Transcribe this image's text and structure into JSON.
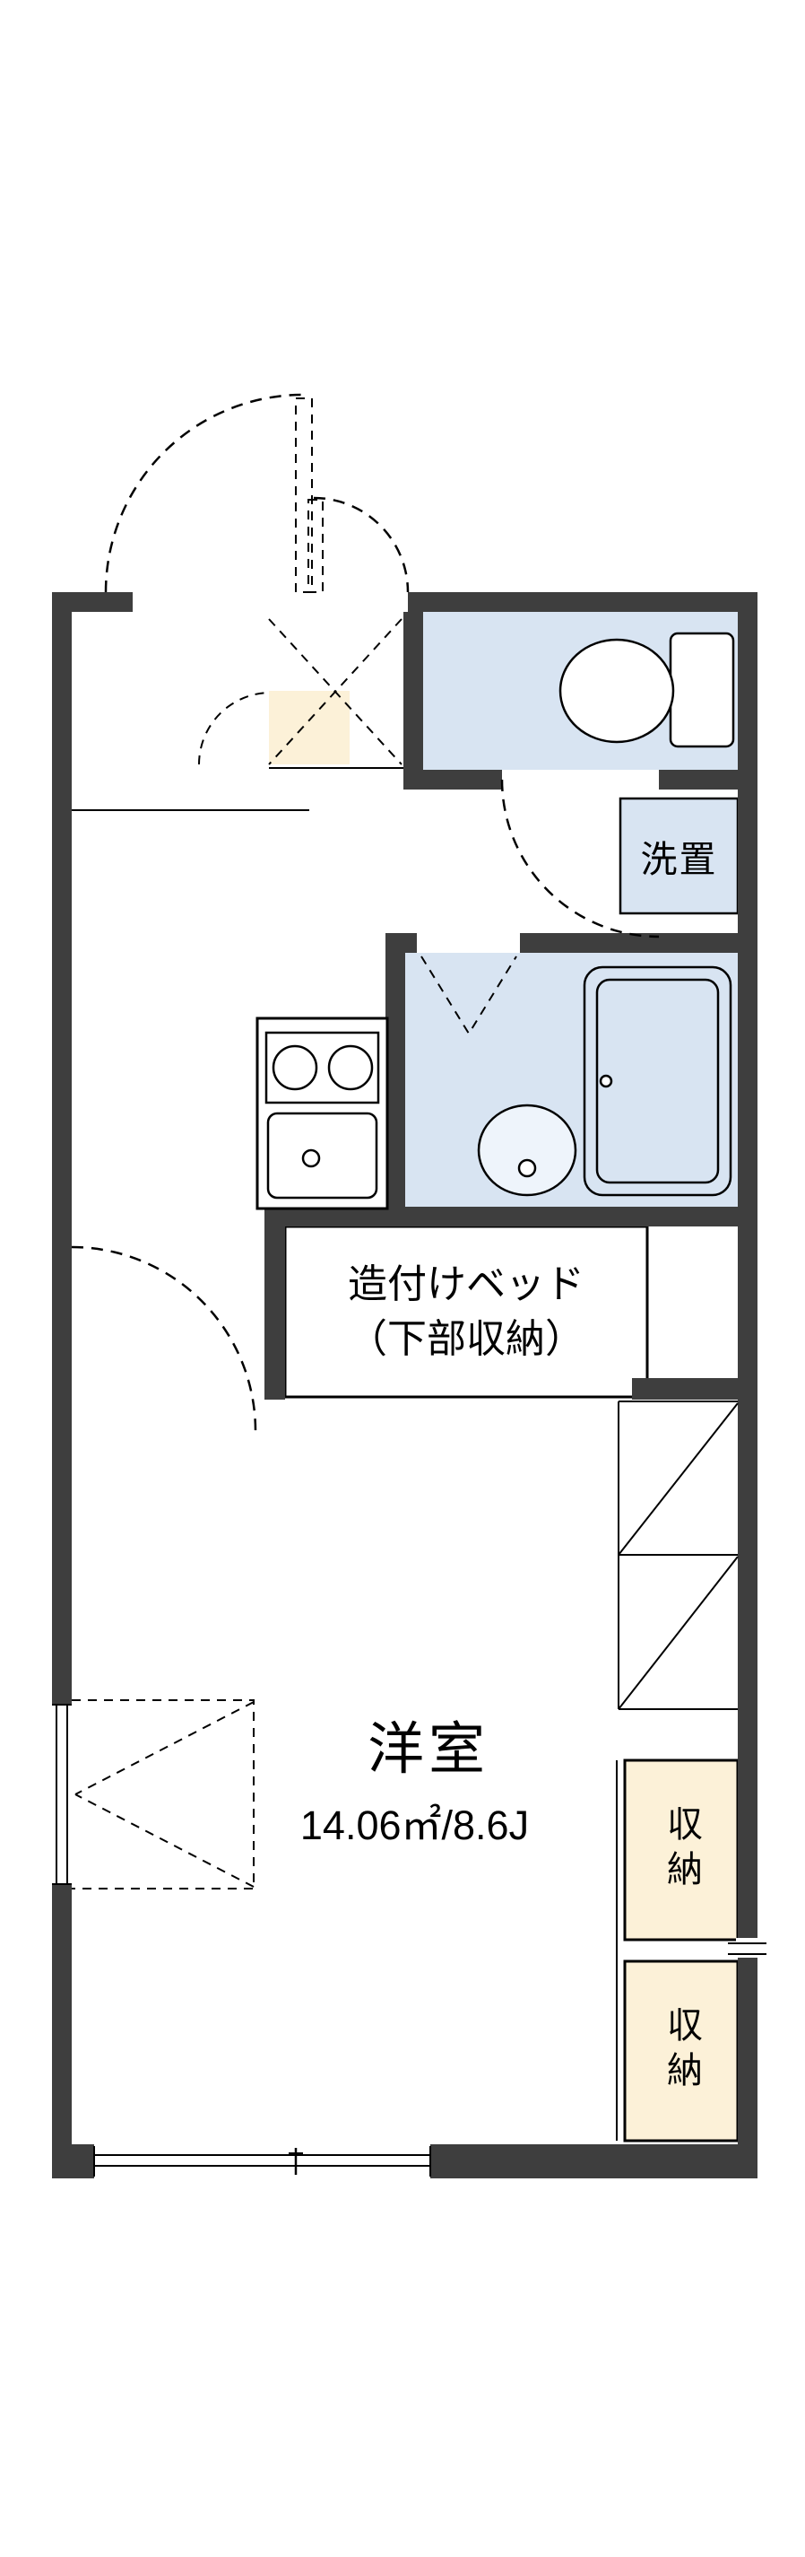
{
  "colors": {
    "bg": "#ffffff",
    "wall": "#3e3e3e",
    "water": "#d8e4f2",
    "cream": "#fcf1d8",
    "line": "#000000"
  },
  "plan": {
    "labels": {
      "washer": "洗置",
      "bed_line1": "造付けベッド",
      "bed_line2": "（下部収納）",
      "room_name": "洋室",
      "room_size": "14.06㎡/8.6J",
      "closet_top": "収納",
      "closet_bottom": "収納"
    }
  }
}
